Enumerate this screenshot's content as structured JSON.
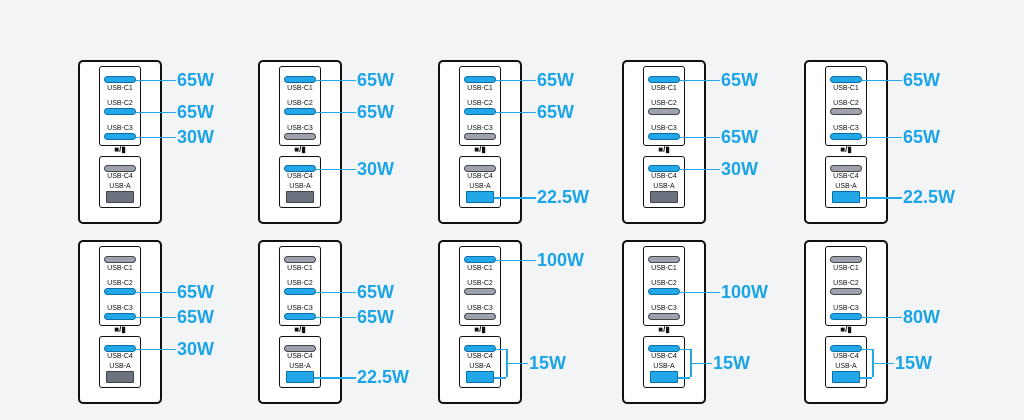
{
  "labels": {
    "c1": "USB-C1",
    "c2": "USB-C2",
    "c3": "USB-C3",
    "c4": "USB-C4",
    "a": "USB-A",
    "sep": "■/▮"
  },
  "colors": {
    "active": "#22a7e8",
    "inactive": "#9ca3af",
    "watt_text": "#1ba4e6"
  },
  "configs": [
    {
      "active": [
        "c1",
        "c2",
        "c3"
      ],
      "watts": [
        {
          "port": "c1",
          "text": "65W"
        },
        {
          "port": "c2",
          "text": "65W"
        },
        {
          "port": "c3",
          "text": "30W"
        }
      ]
    },
    {
      "active": [
        "c1",
        "c2",
        "c4"
      ],
      "watts": [
        {
          "port": "c1",
          "text": "65W"
        },
        {
          "port": "c2",
          "text": "65W"
        },
        {
          "port": "c4",
          "text": "30W"
        }
      ]
    },
    {
      "active": [
        "c1",
        "c2",
        "a"
      ],
      "watts": [
        {
          "port": "c1",
          "text": "65W"
        },
        {
          "port": "c2",
          "text": "65W"
        },
        {
          "port": "a",
          "text": "22.5W"
        }
      ]
    },
    {
      "active": [
        "c1",
        "c3",
        "c4"
      ],
      "watts": [
        {
          "port": "c1",
          "text": "65W"
        },
        {
          "port": "c3",
          "text": "65W"
        },
        {
          "port": "c4",
          "text": "30W"
        }
      ]
    },
    {
      "active": [
        "c1",
        "c3",
        "a"
      ],
      "watts": [
        {
          "port": "c1",
          "text": "65W"
        },
        {
          "port": "c3",
          "text": "65W"
        },
        {
          "port": "a",
          "text": "22.5W"
        }
      ]
    },
    {
      "active": [
        "c2",
        "c3",
        "c4"
      ],
      "watts": [
        {
          "port": "c2",
          "text": "65W"
        },
        {
          "port": "c3",
          "text": "65W"
        },
        {
          "port": "c4",
          "text": "30W"
        }
      ]
    },
    {
      "active": [
        "c2",
        "c3",
        "a"
      ],
      "watts": [
        {
          "port": "c2",
          "text": "65W"
        },
        {
          "port": "c3",
          "text": "65W"
        },
        {
          "port": "a",
          "text": "22.5W"
        }
      ]
    },
    {
      "active": [
        "c1",
        "c4",
        "a"
      ],
      "watts": [
        {
          "port": "c1",
          "text": "100W"
        },
        {
          "port": "pair",
          "text": "15W"
        }
      ]
    },
    {
      "active": [
        "c2",
        "c4",
        "a"
      ],
      "watts": [
        {
          "port": "c2",
          "text": "100W"
        },
        {
          "port": "pair",
          "text": "15W"
        }
      ]
    },
    {
      "active": [
        "c3",
        "c4",
        "a"
      ],
      "watts": [
        {
          "port": "c3",
          "text": "80W"
        },
        {
          "port": "pair",
          "text": "15W"
        }
      ]
    }
  ]
}
